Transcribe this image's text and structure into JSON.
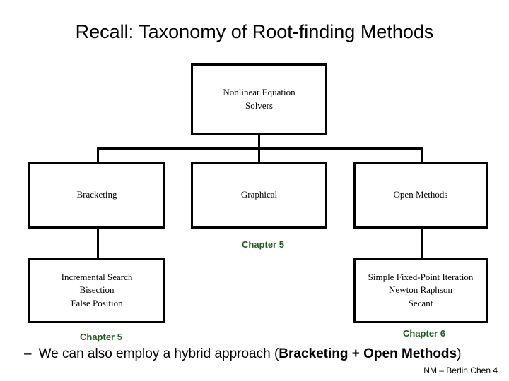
{
  "slide": {
    "title": "Recall: Taxonomy of Root-finding Methods",
    "footer": "NM – Berlin Chen 4"
  },
  "diagram": {
    "root": {
      "label": "Nonlinear Equation\nSolvers"
    },
    "level2": [
      {
        "label": "Bracketing"
      },
      {
        "label": "Graphical"
      },
      {
        "label": "Open Methods"
      }
    ],
    "level3": [
      {
        "label": "Incremental Search\nBisection\nFalse Position"
      },
      {
        "label": "Simple Fixed-Point Iteration\nNewton Raphson\nSecant"
      }
    ],
    "annotations": {
      "graphical_chapter": "Chapter 5",
      "bracketing_chapter": "Chapter 5",
      "open_methods_chapter": "Chapter 6"
    },
    "colors": {
      "box_border": "#000000",
      "box_fill": "#ffffff",
      "connector": "#000000",
      "chapter_text": "#1f5c1f",
      "body_text": "#000000"
    }
  },
  "bullet": {
    "dash": "–",
    "text_before": "We can also employ a hybrid approach (",
    "text_bold": "Bracketing + Open Methods",
    "text_after": ")"
  }
}
